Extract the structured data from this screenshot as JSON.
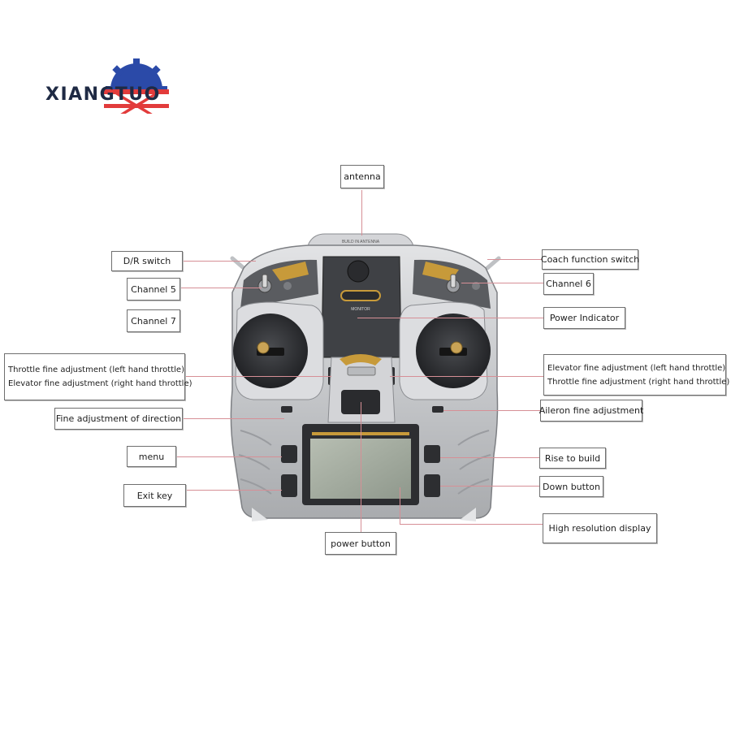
{
  "brand": {
    "name": "XIANGTUO"
  },
  "device": {
    "top_plate_text": "BUILD IN ANTENNA",
    "monitor_text": "MONITOR"
  },
  "callouts": {
    "antenna": "antenna",
    "dr_switch": "D/R switch",
    "channel5": "Channel 5",
    "channel7": "Channel 7",
    "throttle_fine_left": [
      "Throttle fine adjustment (left hand throttle)",
      "Elevator fine adjustment (right hand throttle)"
    ],
    "fine_direction": "Fine adjustment of direction",
    "menu": "menu",
    "exit_key": "Exit key",
    "power_button": "power button",
    "coach_switch": "Coach function switch",
    "channel6": "Channel 6",
    "power_indicator": "Power Indicator",
    "elevator_fine_right": [
      "Elevator fine adjustment (left hand throttle)",
      "Throttle fine adjustment (right hand throttle)"
    ],
    "aileron_fine": "Aileron fine adjustment",
    "rise_to_build": "Rise to build",
    "down_button": "Down button",
    "display": "High resolution display"
  },
  "colors": {
    "leader": "#d68f96",
    "body": "#c8cacc",
    "accent_gold": "#c79a3a",
    "screen": "#aab3a6"
  }
}
